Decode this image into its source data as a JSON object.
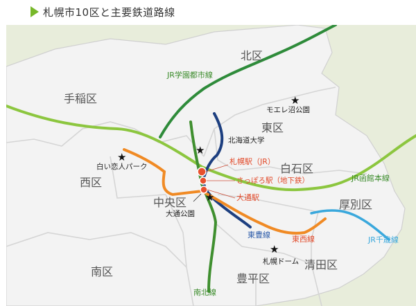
{
  "title": "札幌市10区と主要鉄道路線",
  "colors": {
    "background": "#e8eddb",
    "ward": "#f3f3f3",
    "ward_border": "#d7d7d7",
    "jr_line": "#8cc63f",
    "jr_line_dark": "#2e8b3a",
    "namboku": "#3f8f2f",
    "toho": "#1d3f80",
    "tozai": "#f08a24",
    "chitose": "#3aa8dc",
    "station": "#e8502e",
    "label_red": "#e24a2a",
    "label_green": "#3c8c2c",
    "label_blue": "#2a5aa8",
    "ward_text": "#555555"
  },
  "wards": [
    {
      "id": "kita",
      "name": "北区"
    },
    {
      "id": "teine",
      "name": "手稲区"
    },
    {
      "id": "higashi",
      "name": "東区"
    },
    {
      "id": "shiroishi",
      "name": "白石区"
    },
    {
      "id": "nishi",
      "name": "西区"
    },
    {
      "id": "chuo",
      "name": "中央区"
    },
    {
      "id": "atsubetsu",
      "name": "厚別区"
    },
    {
      "id": "minami",
      "name": "南区"
    },
    {
      "id": "kiyota",
      "name": "清田区"
    },
    {
      "id": "toyohira",
      "name": "豊平区"
    }
  ],
  "lines": [
    {
      "id": "jr-gakuentoshi",
      "name": "JR学園都市線"
    },
    {
      "id": "jr-hakodate",
      "name": "JR函館本線"
    },
    {
      "id": "jr-chitose",
      "name": "JR千歳線"
    },
    {
      "id": "toho",
      "name": "東豊線"
    },
    {
      "id": "tozai",
      "name": "東西線"
    },
    {
      "id": "namboku",
      "name": "南北線"
    }
  ],
  "stations": [
    {
      "id": "sapporo-jr",
      "name": "札幌駅（JR）"
    },
    {
      "id": "sapporo-subway",
      "name": "さっぽろ駅（地下鉄）"
    },
    {
      "id": "odori",
      "name": "大通駅"
    }
  ],
  "landmarks": [
    {
      "id": "moerenuma",
      "name": "モエレ沼公園"
    },
    {
      "id": "hokudai",
      "name": "北海道大学"
    },
    {
      "id": "shiroi-koibito",
      "name": "白い恋人パーク"
    },
    {
      "id": "odori-park",
      "name": "大通公園"
    },
    {
      "id": "sapporo-dome",
      "name": "札幌ドーム"
    }
  ]
}
